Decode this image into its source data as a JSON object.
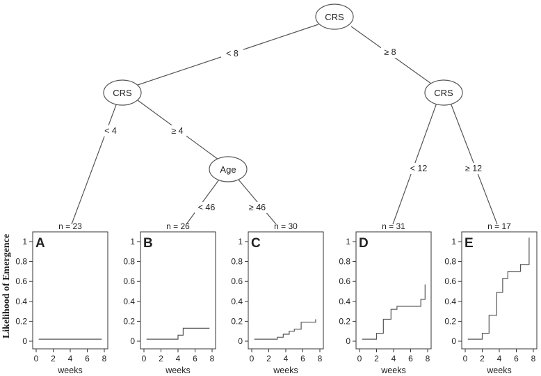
{
  "tree": {
    "root": {
      "label": "CRS"
    },
    "root_split": {
      "left": "< 8",
      "right": "≥ 8"
    },
    "left_node": {
      "label": "CRS"
    },
    "left_split": {
      "left": "< 4",
      "right": "≥ 4"
    },
    "age_node": {
      "label": "Age"
    },
    "age_split": {
      "left": "< 46",
      "right": "≥ 46"
    },
    "right_node": {
      "label": "CRS"
    },
    "right_split": {
      "left": "< 12",
      "right": "≥ 12"
    }
  },
  "y_axis_title": "Likelihood of Emergence",
  "chart_data": [
    {
      "type": "line",
      "panel": "A",
      "n_label": "n = 23",
      "xlabel": "weeks",
      "xticks": [
        "0",
        "2",
        "4",
        "6",
        "8"
      ],
      "yticks": [
        "0",
        "0.2",
        "0.4",
        "0.6",
        "0.8",
        "1"
      ],
      "xlim": [
        0,
        8
      ],
      "ylim": [
        0,
        1
      ],
      "steps": [
        [
          0.3,
          0.02
        ],
        [
          7.7,
          0.02
        ]
      ]
    },
    {
      "type": "line",
      "panel": "B",
      "n_label": "n = 26",
      "xlabel": "weeks",
      "xticks": [
        "0",
        "2",
        "4",
        "6",
        "8"
      ],
      "yticks": [
        "0",
        "0.2",
        "0.4",
        "0.6",
        "0.8",
        "1"
      ],
      "xlim": [
        0,
        8
      ],
      "ylim": [
        0,
        1
      ],
      "steps": [
        [
          0.3,
          0.02
        ],
        [
          4.0,
          0.06
        ],
        [
          4.6,
          0.13
        ],
        [
          7.7,
          0.13
        ]
      ]
    },
    {
      "type": "line",
      "panel": "C",
      "n_label": "n = 30",
      "xlabel": "weeks",
      "xticks": [
        "0",
        "2",
        "4",
        "6",
        "8"
      ],
      "yticks": [
        "0",
        "0.2",
        "0.4",
        "0.6",
        "0.8",
        "1"
      ],
      "xlim": [
        0,
        8
      ],
      "ylim": [
        0,
        1
      ],
      "steps": [
        [
          0.3,
          0.02
        ],
        [
          3.0,
          0.04
        ],
        [
          3.7,
          0.07
        ],
        [
          4.4,
          0.1
        ],
        [
          5.0,
          0.12
        ],
        [
          5.8,
          0.19
        ],
        [
          7.5,
          0.22
        ]
      ]
    },
    {
      "type": "line",
      "panel": "D",
      "n_label": "n = 31",
      "xlabel": "weeks",
      "xticks": [
        "0",
        "2",
        "4",
        "6",
        "8"
      ],
      "yticks": [
        "0",
        "0.2",
        "0.4",
        "0.6",
        "0.8",
        "1"
      ],
      "xlim": [
        0,
        8
      ],
      "ylim": [
        0,
        1
      ],
      "steps": [
        [
          0.3,
          0.02
        ],
        [
          2.0,
          0.08
        ],
        [
          2.8,
          0.22
        ],
        [
          3.7,
          0.32
        ],
        [
          4.4,
          0.35
        ],
        [
          5.0,
          0.35
        ],
        [
          7.2,
          0.42
        ],
        [
          7.7,
          0.57
        ]
      ]
    },
    {
      "type": "line",
      "panel": "E",
      "n_label": "n = 17",
      "xlabel": "weeks",
      "xticks": [
        "0",
        "2",
        "4",
        "6",
        "8"
      ],
      "yticks": [
        "0",
        "0.2",
        "0.4",
        "0.6",
        "0.8",
        "1"
      ],
      "xlim": [
        0,
        8
      ],
      "ylim": [
        0,
        1
      ],
      "steps": [
        [
          0.3,
          0.02
        ],
        [
          2.0,
          0.08
        ],
        [
          2.8,
          0.26
        ],
        [
          3.7,
          0.49
        ],
        [
          4.4,
          0.63
        ],
        [
          5.0,
          0.7
        ],
        [
          6.5,
          0.77
        ],
        [
          7.5,
          1.04
        ]
      ]
    }
  ]
}
